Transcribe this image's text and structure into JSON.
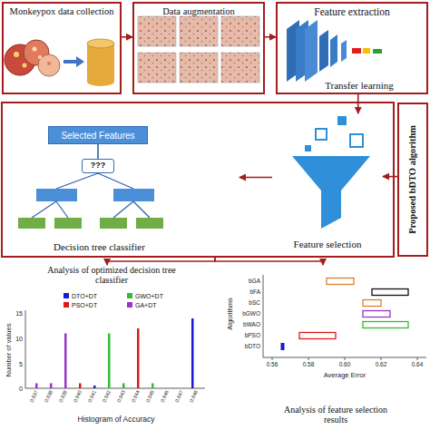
{
  "diagram": {
    "nodes": [
      {
        "text": [
          "Monkeypox data collection"
        ]
      },
      {
        "text": [
          "Data augmentation"
        ]
      },
      {
        "text": [
          "Feature extraction",
          "Transfer learning"
        ]
      },
      {
        "text": [
          "Decision tree classifier"
        ]
      },
      {
        "text": [
          "Selected Features"
        ],
        "in": 3
      },
      {
        "text": [
          "???"
        ],
        "in": 3
      },
      {
        "text": [
          "Feature selection"
        ]
      },
      {
        "text": [
          "Proposed bDTO algorithm"
        ]
      },
      {
        "text": [
          "Analysis of optimized decision tree classifier"
        ]
      },
      {
        "text": [
          "Analysis of feature selection results"
        ]
      }
    ],
    "edges": [
      {
        "from": 0,
        "to": 1,
        "arrow": "to"
      },
      {
        "from": 1,
        "to": 2,
        "arrow": "to"
      },
      {
        "from": 2,
        "to": 6,
        "arrow": "to"
      },
      {
        "from": 7,
        "to": 6,
        "arrow": "to"
      },
      {
        "from": 6,
        "to": 3,
        "arrow": "to"
      },
      {
        "from": 4,
        "to": 5,
        "arrow": "none"
      },
      {
        "from": 3,
        "to": 8,
        "arrow": "to"
      },
      {
        "from": 3,
        "to": 9,
        "arrow": "to"
      }
    ],
    "labels": [
      "15",
      "10",
      "5",
      "0",
      "Number of values",
      "0.937",
      "0.938",
      "0.939",
      "0.940",
      "0.941",
      "0.942",
      "0.943",
      "0.944",
      "0.945",
      "0.946",
      "0.947",
      "0.948",
      "Histogram of Accuracy",
      "Algorithms",
      "bGA",
      "bFA",
      "bSC",
      "bGWO",
      "bWAO",
      "bPSO",
      "bDTO",
      "0.56",
      "0.58",
      "0.60",
      "0.62",
      "0.64",
      "Average Error"
    ],
    "legend": [
      {
        "text": "DTO+DT",
        "color": "#1a1ad0"
      },
      {
        "text": "GWO+DT",
        "color": "#33bb33"
      },
      {
        "text": "PSO+DT",
        "color": "#e01818"
      },
      {
        "text": "GA+DT",
        "color": "#9933cc"
      }
    ]
  }
}
